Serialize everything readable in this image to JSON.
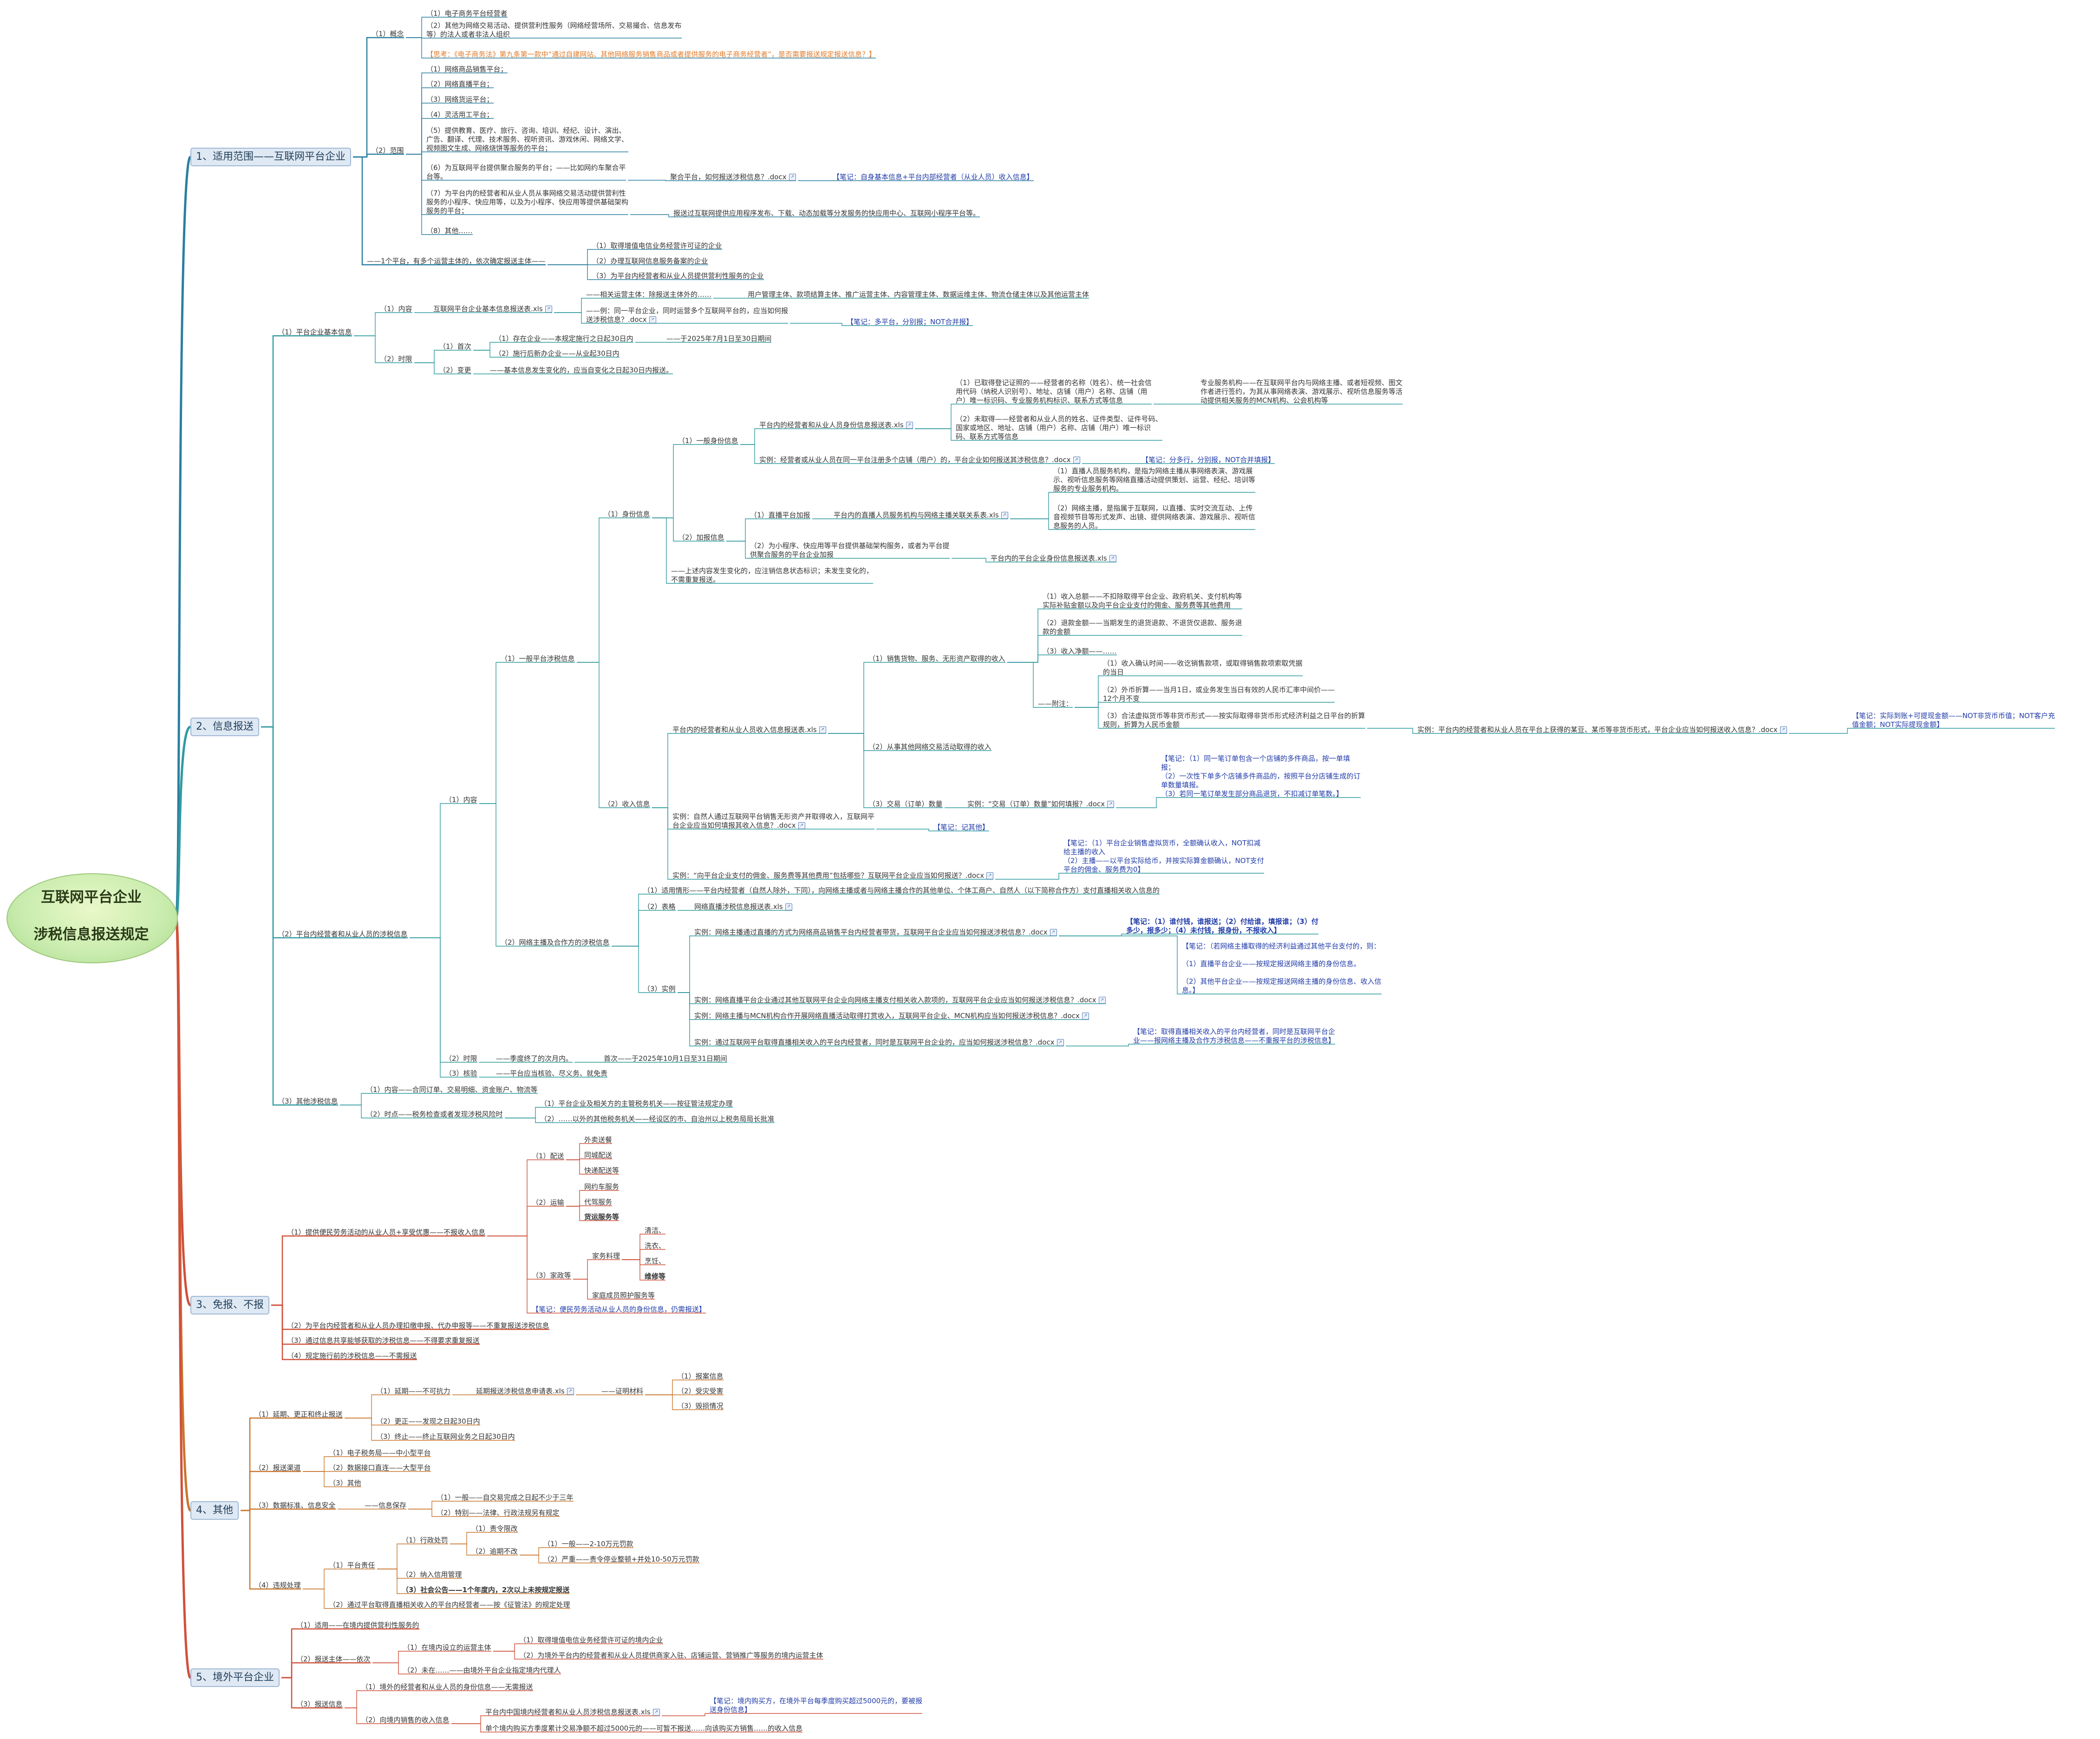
{
  "central": {
    "line1": "互联网平台企业",
    "line2": "涉税信息报送规定"
  },
  "nodes": [
    {
      "id": "b1",
      "text": "1、适用范围——互联网平台企业",
      "kind": "branch"
    },
    {
      "id": "b1_1",
      "text": "（1）概念"
    },
    {
      "id": "b1_1_1",
      "text": "（1）电子商务平台经营者"
    },
    {
      "id": "b1_1_2",
      "text": "（2）其他为网络交易活动、提供营利性服务（网络经营场所、交易撮合、信息发布\n等）的法人或者非法人组织"
    },
    {
      "id": "b1_1_3",
      "text": "【思考：《电子商务法》第九条第一款中“通过自建网站、其他网络服务销售商品或者提供服务的电子商务经营者”，是否需要报送规定报送信息？】",
      "kind": "orange"
    },
    {
      "id": "b1_2",
      "text": "（2）范围"
    },
    {
      "id": "b1_2_1",
      "text": "（1）网络商品销售平台；"
    },
    {
      "id": "b1_2_2",
      "text": "（2）网络直播平台；"
    },
    {
      "id": "b1_2_3",
      "text": "（3）网络货运平台；"
    },
    {
      "id": "b1_2_4",
      "text": "（4）灵活用工平台；"
    },
    {
      "id": "b1_2_5",
      "text": "（5）提供教育、医疗、旅行、咨询、培训、经纪、设计、演出、\n广告、翻译、代理、技术服务、视听资讯、游戏休闲、网络文学、\n视频图文生成、网络烧饼等服务的平台；"
    },
    {
      "id": "b1_2_6",
      "text": "（6）为互联网平台提供聚合服务的平台；——比如网约车聚合平\n台等。"
    },
    {
      "id": "b1_2_6a",
      "text": "聚合平台，如何报送涉税信息？.docx",
      "attach": "true"
    },
    {
      "id": "b1_2_6b",
      "text": "【笔记：自身基本信息+平台内部经营者（从业人员）收入信息】",
      "kind": "blue"
    },
    {
      "id": "b1_2_7",
      "text": "（7）为平台内的经营者和从业人员从事网络交易活动提供营利性\n服务的小程序、快应用等，以及为小程序、快应用等提供基础架构\n服务的平台；"
    },
    {
      "id": "b1_2_7a",
      "text": "报送过互联网提供应用程序发布、下载、动态加载等分发服务的快应用中心、互联网小程序平台等。"
    },
    {
      "id": "b1_2_8",
      "text": "（8）其他……"
    },
    {
      "id": "b1_3",
      "text": "——1个平台，有多个运营主体的，依次确定报送主体——"
    },
    {
      "id": "b1_3_1",
      "text": "（1）取得增值电信业务经营许可证的企业"
    },
    {
      "id": "b1_3_2",
      "text": "（2）办理互联网信息服务备案的企业"
    },
    {
      "id": "b1_3_3",
      "text": "（3）为平台内经营者和从业人员提供营利性服务的企业"
    },
    {
      "id": "b2",
      "text": "2、信息报送",
      "kind": "branch"
    },
    {
      "id": "b2_1",
      "text": "（1）平台企业基本信息"
    },
    {
      "id": "b2_1_1",
      "text": "（1）内容"
    },
    {
      "id": "b2_1_1a",
      "text": "互联网平台企业基本信息报送表.xls",
      "attach": "true"
    },
    {
      "id": "b2_1_1a1",
      "text": "——相关运营主体：除报送主体外的……"
    },
    {
      "id": "b2_1_1a1x",
      "text": "用户管理主体、款项结算主体、推广运营主体、内容管理主体、数据运维主体、物流仓储主体以及其他运营主体"
    },
    {
      "id": "b2_1_1a2",
      "text": "——例：同一平台企业，同时运营多个互联网平台的，应当如何报\n送涉税信息？.docx",
      "attach": "true"
    },
    {
      "id": "b2_1_1a2x",
      "text": "【笔记：多平台，分别报；NOT合并报】",
      "kind": "blue"
    },
    {
      "id": "b2_1_2",
      "text": "（2）时限"
    },
    {
      "id": "b2_1_2_1",
      "text": "（1）首次"
    },
    {
      "id": "b2_1_2_1a",
      "text": "（1）存在企业——本规定施行之日起30日内"
    },
    {
      "id": "b2_1_2_1ax",
      "text": "——于2025年7月1日至30日期间"
    },
    {
      "id": "b2_1_2_1b",
      "text": "（2）施行后新办企业——从业起30日内"
    },
    {
      "id": "b2_1_2_2",
      "text": "（2）变更"
    },
    {
      "id": "b2_1_2_2a",
      "text": "——基本信息发生变化的，应当自变化之日起30日内报送。"
    },
    {
      "id": "b2_2",
      "text": "（2）平台内经营者和从业人员的涉税信息"
    },
    {
      "id": "b2_2_1",
      "text": "（1）内容"
    },
    {
      "id": "b2_2_1_1",
      "text": "（1）一般平台涉税信息"
    },
    {
      "id": "b2_2_1_1_1",
      "text": "（1）身份信息"
    },
    {
      "id": "b2_2_1_1_1a",
      "text": "（1）一般身份信息"
    },
    {
      "id": "b2_2_1_1_1a1",
      "text": "平台内的经营者和从业人员身份信息报送表.xls",
      "attach": "true"
    },
    {
      "id": "b2_2_1_1_1a1a",
      "text": "（1）已取得登记证照的——经营者的名称（姓名）、统一社会信\n用代码（纳税人识别号）、地址、店铺（用户）名称、店铺（用\n户）唯一标识码、专业服务机构标识、联系方式等信息"
    },
    {
      "id": "b2_2_1_1_1a1ax",
      "text": "专业服务机构——在互联网平台内与网络主播、或者短视频、图文\n作者进行签约，为其从事网络表演、游戏展示、视听信息服务等活\n动提供相关服务的MCN机构、公会机构等"
    },
    {
      "id": "b2_2_1_1_1a1b",
      "text": "（2）未取得——经营者和从业人员的姓名、证件类型、证件号码、\n国家或地区、地址、店铺（用户）名称、店铺（用户）唯一标识\n码、联系方式等信息"
    },
    {
      "id": "b2_2_1_1_1a2",
      "text": "实例：经营者或从业人员在同一平台注册多个店铺（用户）的，平台企业如何报送其涉税信息？.docx",
      "attach": "true"
    },
    {
      "id": "b2_2_1_1_1a2x",
      "text": "【笔记：分多行，分别报，NOT合并填报】",
      "kind": "blue"
    },
    {
      "id": "b2_2_1_1_1b",
      "text": "（2）加报信息"
    },
    {
      "id": "b2_2_1_1_1b1",
      "text": "（1）直播平台加报"
    },
    {
      "id": "b2_2_1_1_1b1a",
      "text": "平台内的直播人员服务机构与网络主播关联关系表.xls",
      "attach": "true"
    },
    {
      "id": "b2_2_1_1_1b1a1",
      "text": "（1）直播人员服务机构，是指为网络主播从事网络表演、游戏展\n示、视听信息服务等网络直播活动提供策划、运营、经纪、培训等\n服务的专业服务机构。"
    },
    {
      "id": "b2_2_1_1_1b1a2",
      "text": "（2）网络主播，是指属于互联网，以直播、实时交流互动、上传\n音视频节目等形式发声、出镜、提供网络表演、游戏展示、视听信\n息服务的人员。"
    },
    {
      "id": "b2_2_1_1_1b2",
      "text": "（2）为小程序、快应用等平台提供基础架构服务，或者为平台提\n供聚合服务的平台企业加报"
    },
    {
      "id": "b2_2_1_1_1b2a",
      "text": "平台内的平台企业身份信息报送表.xls",
      "attach": "true"
    },
    {
      "id": "b2_2_1_1_1c",
      "text": "——上述内容发生变化的，应注销信息状态标识；未发生变化的，\n不需重复报送。"
    },
    {
      "id": "b2_2_1_1_2",
      "text": "（2）收入信息"
    },
    {
      "id": "b2_2_1_1_2a",
      "text": "平台内的经营者和从业人员收入信息报送表.xls",
      "attach": "true"
    },
    {
      "id": "b2_2_1_1_2a1",
      "text": "（1）销售货物、服务、无形资产取得的收入"
    },
    {
      "id": "b2_2_1_1_2a1a",
      "text": "（1）收入总额——不扣除取得平台企业、政府机关、支付机构等\n实际补贴金额以及向平台企业支付的佣金、服务费等其他费用"
    },
    {
      "id": "b2_2_1_1_2a1b",
      "text": "（2）退款金额——当期发生的退货退款、不退货仅退款、服务退\n款的金额"
    },
    {
      "id": "b2_2_1_1_2a1c",
      "text": "（3）收入净额——……"
    },
    {
      "id": "b2_2_1_1_2a1d",
      "text": "——附注："
    },
    {
      "id": "b2_2_1_1_2a1d1",
      "text": "（1）收入确认时间——收讫销售款项，或取得销售款项索取凭据\n的当日"
    },
    {
      "id": "b2_2_1_1_2a1d2",
      "text": "（2）外币折算——当月1日，或业务发生当日有效的人民币汇率中间价——\n12个月不变"
    },
    {
      "id": "b2_2_1_1_2a1d3",
      "text": "（3）合法虚拟货币等非货币形式——按实际取得非货币形式经济利益之日平台的折算\n规则，折算为人民币金额"
    },
    {
      "id": "b2_2_1_1_2a1d3a",
      "text": "实例：平台内的经营者和从业人员在平台上获得的某豆、某币等非货币形式，平台企业应当如何报送收入信息？.docx",
      "attach": "true"
    },
    {
      "id": "b2_2_1_1_2a1d3b",
      "text": "【笔记：实际到账+可提现金额——NOT非货币币值；NOT客户充\n值金额；NOT实际提现金额】",
      "kind": "blue"
    },
    {
      "id": "b2_2_1_1_2a2",
      "text": "（2）从事其他网络交易活动取得的收入"
    },
    {
      "id": "b2_2_1_1_2a3",
      "text": "（3）交易（订单）数量"
    },
    {
      "id": "b2_2_1_1_2a3a",
      "text": "实例：“交易（订单）数量”如何填报？.docx",
      "attach": "true"
    },
    {
      "id": "b2_2_1_1_2a3b",
      "text": "【笔记：（1）同一笔订单包含一个店铺的多件商品，按一单填\n报；\n（2）一次性下单多个店铺多件商品的，按照平台分店铺生成的订\n单数量填报。\n（3）若同一笔订单发生部分商品退货，不扣减订单笔数。】",
      "kind": "blue"
    },
    {
      "id": "b2_2_1_1_2b",
      "text": "实例：自然人通过互联网平台销售无形资产并取得收入，互联网平\n台企业应当如何填报其收入信息？.docx",
      "attach": "true"
    },
    {
      "id": "b2_2_1_1_2bx",
      "text": "【笔记：记其他】",
      "kind": "blue"
    },
    {
      "id": "b2_2_1_1_2c",
      "text": "实例：“向平台企业支付的佣金、服务费等其他费用”包括哪些？互联网平台企业应当如何报送？.docx",
      "attach": "true"
    },
    {
      "id": "b2_2_1_1_2cx",
      "text": "【笔记：（1）平台企业销售虚拟货币，全额确认收入，NOT扣减\n给主播的收入\n（2）主播——以平台实际给币，并按实际算金额确认，NOT支付\n平台的佣金、服务费为0】",
      "kind": "blue"
    },
    {
      "id": "b2_2_1_2",
      "text": "（2）网络主播及合作方的涉税信息"
    },
    {
      "id": "b2_2_1_2a",
      "text": "（1）适用情形——平台内经营者（自然人除外，下同），向网络主播或者与网络主播合作的其他单位、个体工商户、自然人（以下简称合作方）支付直播相关收入信息的"
    },
    {
      "id": "b2_2_1_2b",
      "text": "（2）表格"
    },
    {
      "id": "b2_2_1_2bx",
      "text": "网络直播涉税信息报送表.xls",
      "attach": "true"
    },
    {
      "id": "b2_2_1_2c",
      "text": "（3）实例"
    },
    {
      "id": "b2_2_1_2c1",
      "text": "实例：网络主播通过直播的方式为网络商品销售平台内经营者带货，互联网平台企业应当如何报送涉税信息？.docx",
      "attach": "true"
    },
    {
      "id": "b2_2_1_2c1x",
      "text": "【笔记：（1）谁付钱，谁报送；（2）付给谁，填报谁；（3）付\n多少，报多少；（4）未付钱，报身份，不报收入】",
      "kind": "blue bold"
    },
    {
      "id": "b2_2_1_2c1y",
      "text": "【笔记：（若网络主播取得的经济利益通过其他平台支付的，则：\n\n（1）直播平台企业——按规定报送网络主播的身份信息。\n\n（2）其他平台企业——按规定报送网络主播的身份信息、收入信\n息。】",
      "kind": "blue"
    },
    {
      "id": "b2_2_1_2c2",
      "text": "实例：网络直播平台企业通过其他互联网平台企业向网络主播支付相关收入款项的，互联网平台企业应当如何报送涉税信息？.docx",
      "attach": "true"
    },
    {
      "id": "b2_2_1_2c3",
      "text": "实例：网络主播与MCN机构合作开展网络直播活动取得打赏收入，互联网平台企业、MCN机构应当如何报送涉税信息？.docx",
      "attach": "true"
    },
    {
      "id": "b2_2_1_2c4",
      "text": "实例：通过互联网平台取得直播相关收入的平台内经营者，同时是互联网平台企业的，应当如何报送涉税信息？.docx",
      "attach": "true"
    },
    {
      "id": "b2_2_1_2c4x",
      "text": "【笔记：取得直播相关收入的平台内经营者，同时是互联网平台企\n业——报网络主播及合作方涉税信息——不重报平台的涉税信息】",
      "kind": "blue"
    },
    {
      "id": "b2_2_2",
      "text": "（2）时限"
    },
    {
      "id": "b2_2_2a",
      "text": "——季度终了的次月内。"
    },
    {
      "id": "b2_2_2b",
      "text": "首次——于2025年10月1日至31日期间"
    },
    {
      "id": "b2_2_3",
      "text": "（3）核验"
    },
    {
      "id": "b2_2_3a",
      "text": "——平台应当核验、尽义务、就免责"
    },
    {
      "id": "b2_3",
      "text": "（3）其他涉税信息"
    },
    {
      "id": "b2_3_1",
      "text": "（1）内容——合同订单、交易明细、资金账户、物流等"
    },
    {
      "id": "b2_3_2",
      "text": "（2）时点——税务检查或者发现涉税风险时"
    },
    {
      "id": "b2_3_2a",
      "text": "（1）平台企业及相关方的主管税务机关——按征管法规定办理"
    },
    {
      "id": "b2_3_2b",
      "text": "（2）……以外的其他税务机关——经设区的市、自治州以上税务局局长批准"
    },
    {
      "id": "b3",
      "text": "3、免报、不报",
      "kind": "branch"
    },
    {
      "id": "b3_1",
      "text": "（1）提供便民劳务活动的从业人员+享受优惠——不报收入信息"
    },
    {
      "id": "b3_1_1",
      "text": "（1）配送"
    },
    {
      "id": "b3_1_1a",
      "text": "外卖送餐"
    },
    {
      "id": "b3_1_1b",
      "text": "同城配送"
    },
    {
      "id": "b3_1_1c",
      "text": "快递配送等"
    },
    {
      "id": "b3_1_2",
      "text": "（2）运输"
    },
    {
      "id": "b3_1_2a",
      "text": "网约车服务"
    },
    {
      "id": "b3_1_2b",
      "text": "代驾服务"
    },
    {
      "id": "b3_1_2c",
      "text": "货运服务等",
      "kind": "bold"
    },
    {
      "id": "b3_1_3",
      "text": "（3）家政等"
    },
    {
      "id": "b3_1_3a",
      "text": "家务料理"
    },
    {
      "id": "b3_1_3a1",
      "text": "清洁、"
    },
    {
      "id": "b3_1_3a2",
      "text": "洗衣、"
    },
    {
      "id": "b3_1_3a3",
      "text": "烹饪、"
    },
    {
      "id": "b3_1_3a4",
      "text": "维修等",
      "kind": "bold"
    },
    {
      "id": "b3_1_3b",
      "text": "家庭成员照护服务等"
    },
    {
      "id": "b3_1_4",
      "text": "【笔记：便民劳务活动从业人员的身份信息，仍需报送】",
      "kind": "blue"
    },
    {
      "id": "b3_2",
      "text": "（2）为平台内经营者和从业人员办理扣缴申报、代办申报等——不重复报送涉税信息"
    },
    {
      "id": "b3_3",
      "text": "（3）通过信息共享能够获取的涉税信息——不得要求重复报送"
    },
    {
      "id": "b3_4",
      "text": "（4）规定施行前的涉税信息——不需报送"
    },
    {
      "id": "b4",
      "text": "4、其他",
      "kind": "branch"
    },
    {
      "id": "b4_1",
      "text": "（1）延期、更正和终止报送"
    },
    {
      "id": "b4_1_1",
      "text": "（1）延期——不可抗力"
    },
    {
      "id": "b4_1_1a",
      "text": "延期报送涉税信息申请表.xls",
      "attach": "true"
    },
    {
      "id": "b4_1_1b",
      "text": "——证明材料"
    },
    {
      "id": "b4_1_1b1",
      "text": "（1）报案信息"
    },
    {
      "id": "b4_1_1b2",
      "text": "（2）受灾受害"
    },
    {
      "id": "b4_1_1b3",
      "text": "（3）毁损情况"
    },
    {
      "id": "b4_1_2",
      "text": "（2）更正——发现之日起30日内"
    },
    {
      "id": "b4_1_3",
      "text": "（3）终止——终止互联网业务之日起30日内"
    },
    {
      "id": "b4_2",
      "text": "（2）报送渠道"
    },
    {
      "id": "b4_2_1",
      "text": "（1）电子税务局——中小型平台"
    },
    {
      "id": "b4_2_2",
      "text": "（2）数据接口直连——大型平台"
    },
    {
      "id": "b4_2_3",
      "text": "（3）其他"
    },
    {
      "id": "b4_3",
      "text": "（3）数据标准、信息安全"
    },
    {
      "id": "b4_3a",
      "text": "——信息保存"
    },
    {
      "id": "b4_3a1",
      "text": "（1）一般——自交易完成之日起不少于三年"
    },
    {
      "id": "b4_3a2",
      "text": "（2）特别——法律、行政法规另有规定"
    },
    {
      "id": "b4_4",
      "text": "（4）违规处理"
    },
    {
      "id": "b4_4_1",
      "text": "（1）平台责任"
    },
    {
      "id": "b4_4_1a",
      "text": "（1）行政处罚"
    },
    {
      "id": "b4_4_1a1",
      "text": "（1）责令限改"
    },
    {
      "id": "b4_4_1a2",
      "text": "（2）逾期不改"
    },
    {
      "id": "b4_4_1a2a",
      "text": "（1）一般——2-10万元罚款"
    },
    {
      "id": "b4_4_1a2b",
      "text": "（2）严重——责令停业整顿+并处10-50万元罚款"
    },
    {
      "id": "b4_4_1b",
      "text": "（2）纳入信用管理"
    },
    {
      "id": "b4_4_1c",
      "text": "（3）社会公告——1个年度内，2次以上未按规定报送",
      "kind": "bold"
    },
    {
      "id": "b4_4_2",
      "text": "（2）通过平台取得直播相关收入的平台内经营者——按《征管法》的规定处理"
    },
    {
      "id": "b5",
      "text": "5、境外平台企业",
      "kind": "branch"
    },
    {
      "id": "b5_1",
      "text": "（1）适用——在境内提供营利性服务的"
    },
    {
      "id": "b5_2",
      "text": "（2）报送主体——依次"
    },
    {
      "id": "b5_2_1",
      "text": "（1）在境内设立的运营主体"
    },
    {
      "id": "b5_2_1a",
      "text": "（1）取得增值电信业务经营许可证的境内企业"
    },
    {
      "id": "b5_2_1b",
      "text": "（2）为境外平台内的经营者和从业人员提供商家入驻、店铺运营、营销推广等服务的境内运营主体"
    },
    {
      "id": "b5_2_2",
      "text": "（2）未在……——由境外平台企业指定境内代理人"
    },
    {
      "id": "b5_3",
      "text": "（3）报送信息"
    },
    {
      "id": "b5_3_1",
      "text": "（1）境外的经营者和从业人员的身份信息——无需报送"
    },
    {
      "id": "b5_3_2",
      "text": "（2）向境内销售的收入信息"
    },
    {
      "id": "b5_3_2a",
      "text": "平台内中国境内经营者和从业人员涉税信息报送表.xls",
      "attach": "true"
    },
    {
      "id": "b5_3_2ax",
      "text": "【笔记：境内购买方，在境外平台每季度购买超过5000元的，要被报\n送身份信息】",
      "kind": "blue"
    },
    {
      "id": "b5_3_2b",
      "text": "单个境内购买方季度累计交易净额不超过5000元的——可暂不报送……向该购买方销售……的收入信息"
    }
  ],
  "colors": {
    "branch1": "#2a7fa0",
    "branch2": "#2f9aa0",
    "branch3": "#d0503a",
    "branch4": "#c9762e",
    "branch5": "#d0503a",
    "central_fill": "#c9ecae",
    "note_blue": "#1f3aa8",
    "note_orange": "#e07a28"
  }
}
